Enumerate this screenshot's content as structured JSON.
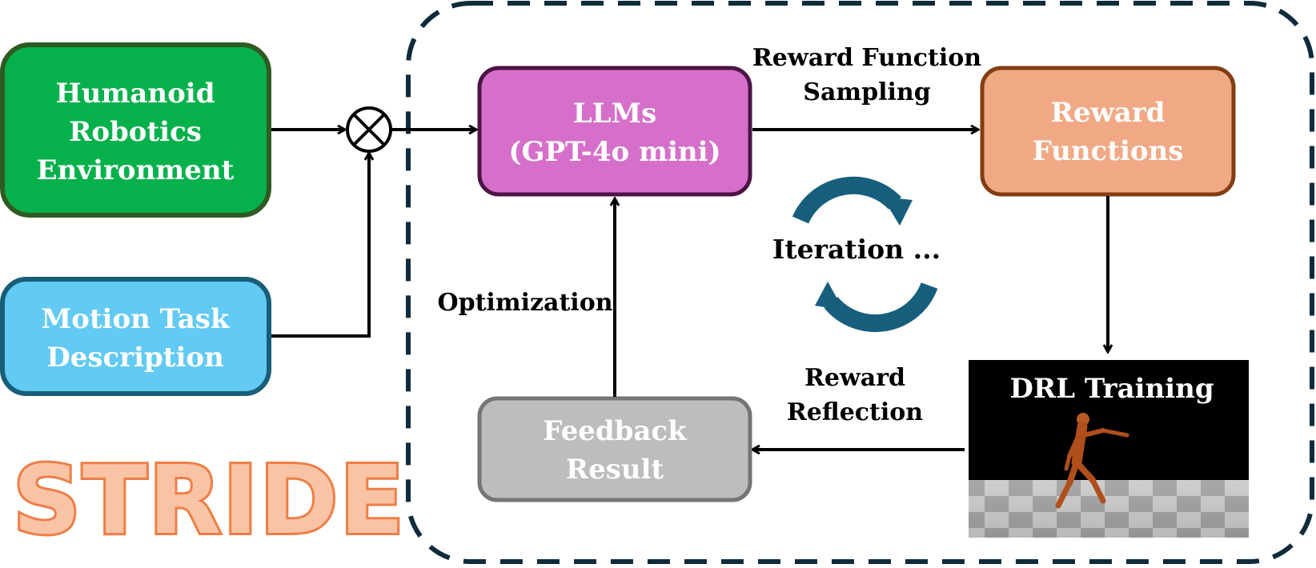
{
  "title": "STRIDE",
  "nodes": {
    "environment": {
      "lines": [
        "Humanoid",
        "Robotics",
        "Environment"
      ],
      "fill": "#06b14c",
      "stroke": "#2f5a22"
    },
    "task": {
      "lines": [
        "Motion Task",
        "Description"
      ],
      "fill": "#62caf3",
      "stroke": "#175e79"
    },
    "llm": {
      "lines": [
        "LLMs",
        "(GPT-4o mini)"
      ],
      "fill": "#d66fca",
      "stroke": "#4b1445"
    },
    "reward": {
      "lines": [
        "Reward",
        "Functions"
      ],
      "fill": "#f1a985",
      "stroke": "#833d13"
    },
    "feedback": {
      "lines": [
        "Feedback",
        "Result"
      ],
      "fill": "#bdbdbd",
      "stroke": "#757575"
    },
    "drl": {
      "label": "DRL  Training"
    }
  },
  "edges": {
    "sampling": {
      "lines": [
        "Reward Function",
        "Sampling"
      ]
    },
    "optimization": {
      "label": "Optimization"
    },
    "reflection": {
      "lines": [
        "Reward",
        "Reflection"
      ]
    }
  },
  "iteration": {
    "label": "Iteration ...",
    "arrow_color": "#175e7d"
  },
  "colors": {
    "frame_dash": "#0f2b3c",
    "stride_fill": "#f9c3a6",
    "stride_stroke": "#ee7e45"
  }
}
